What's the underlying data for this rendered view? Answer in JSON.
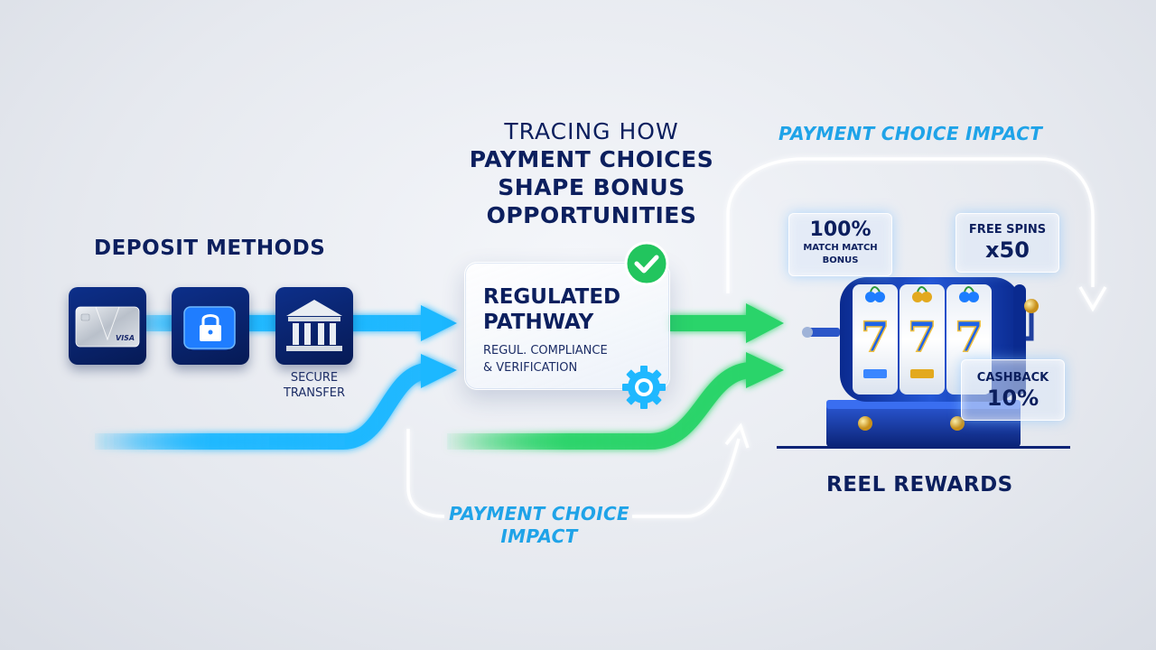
{
  "title": {
    "line1": "TRACING HOW",
    "line2": "PAYMENT CHOICES",
    "line3": "SHAPE BONUS",
    "line4": "OPPORTUNITIES"
  },
  "deposit": {
    "heading": "DEPOSIT METHODS",
    "methods": [
      {
        "icon": "credit-card-icon",
        "card_brand": "VISA"
      },
      {
        "icon": "padlock-icon"
      },
      {
        "icon": "bank-icon",
        "label_line1": "SECURE",
        "label_line2": "TRANSFER"
      }
    ]
  },
  "pathway": {
    "title_line1": "REGULATED",
    "title_line2": "PATHWAY",
    "sub_line1": "REGUL. COMPLIANCE",
    "sub_line2": "& VERIFICATION"
  },
  "impact_top": "PAYMENT CHOICE IMPACT",
  "impact_bottom": {
    "line1": "PAYMENT CHOICE",
    "line2": "IMPACT"
  },
  "rewards": {
    "heading": "REEL REWARDS",
    "match": {
      "value": "100%",
      "line1": "MATCH MATCH",
      "line2": "BONUS"
    },
    "free_spins": {
      "label": "FREE SPINS",
      "value": "x50"
    },
    "cashback": {
      "label": "CASHBACK",
      "value": "10%"
    },
    "reel_symbol": "7"
  },
  "colors": {
    "blue_flow": "#1fb8ff",
    "green_flow": "#2bd46a",
    "navy": "#0c1f5e",
    "accent_text": "#1fa3e8"
  }
}
